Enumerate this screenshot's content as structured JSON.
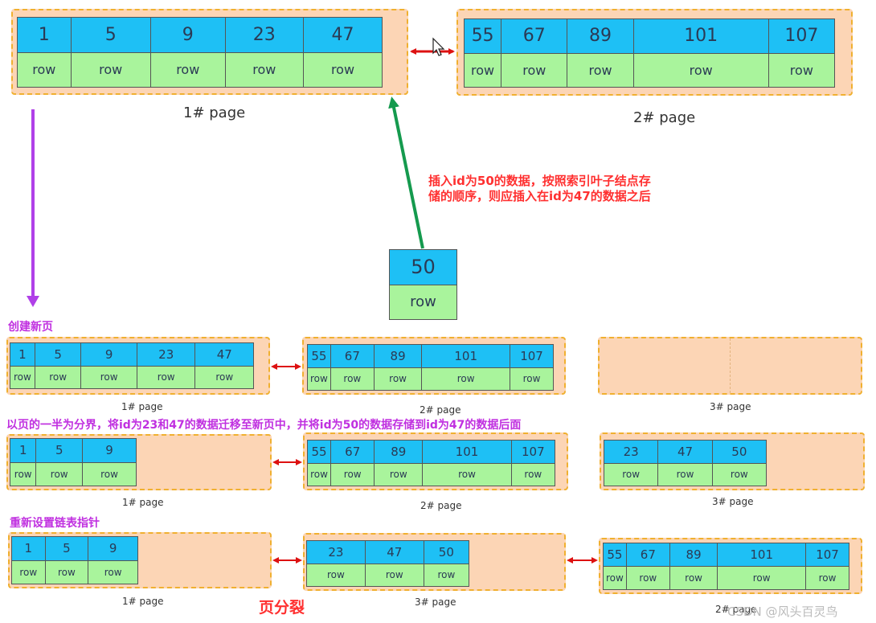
{
  "colors": {
    "key": "#1ec0f5",
    "row": "#a9f49c",
    "page_bg": "#fcd5b5",
    "page_border": "#f0b030",
    "link_arrow": "#dd1111",
    "insert_arrow": "#159a4e",
    "flow_arrow": "#b040e8",
    "step_text": "#c030e0",
    "note_text": "#ff3030"
  },
  "top": {
    "page1": {
      "label": "1#  page",
      "keys": [
        "1",
        "5",
        "9",
        "23",
        "47"
      ],
      "rows": [
        "row",
        "row",
        "row",
        "row",
        "row"
      ]
    },
    "page2": {
      "label": "2#  page",
      "keys": [
        "55",
        "67",
        "89",
        "101",
        "107"
      ],
      "rows": [
        "row",
        "row",
        "row",
        "row",
        "row"
      ]
    },
    "annotation_lines": [
      "插入id为50的数据，按照索引叶子结点存",
      "储的顺序，则应插入在id为47的数据之后"
    ],
    "new_record": {
      "key": "50",
      "row": "row"
    }
  },
  "step1": {
    "title": "创建新页",
    "page1": {
      "label": "1#  page",
      "keys": [
        "1",
        "5",
        "9",
        "23",
        "47"
      ],
      "rows": [
        "row",
        "row",
        "row",
        "row",
        "row"
      ]
    },
    "page2": {
      "label": "2#  page",
      "keys": [
        "55",
        "67",
        "89",
        "101",
        "107"
      ],
      "rows": [
        "row",
        "row",
        "row",
        "row",
        "row"
      ]
    },
    "page3": {
      "label": "3#  page"
    }
  },
  "step2": {
    "title": "以页的一半为分界，将id为23和47的数据迁移至新页中，并将id为50的数据存储到id为47的数据后面",
    "page1": {
      "label": "1#  page",
      "keys": [
        "1",
        "5",
        "9"
      ],
      "rows": [
        "row",
        "row",
        "row"
      ]
    },
    "page2": {
      "label": "2#  page",
      "keys": [
        "55",
        "67",
        "89",
        "101",
        "107"
      ],
      "rows": [
        "row",
        "row",
        "row",
        "row",
        "row"
      ]
    },
    "page3": {
      "label": "3#  page",
      "keys": [
        "23",
        "47",
        "50"
      ],
      "rows": [
        "row",
        "row",
        "row"
      ]
    }
  },
  "step3": {
    "title": "重新设置链表指针",
    "page1": {
      "label": "1#  page",
      "keys": [
        "1",
        "5",
        "9"
      ],
      "rows": [
        "row",
        "row",
        "row"
      ]
    },
    "page3": {
      "label": "3#  page",
      "keys": [
        "23",
        "47",
        "50"
      ],
      "rows": [
        "row",
        "row",
        "row"
      ]
    },
    "page2": {
      "label": "2#  page",
      "keys": [
        "55",
        "67",
        "89",
        "101",
        "107"
      ],
      "rows": [
        "row",
        "row",
        "row",
        "row",
        "row"
      ]
    }
  },
  "bottom_title": "页分裂",
  "watermark": "CSDN @风头百灵鸟"
}
